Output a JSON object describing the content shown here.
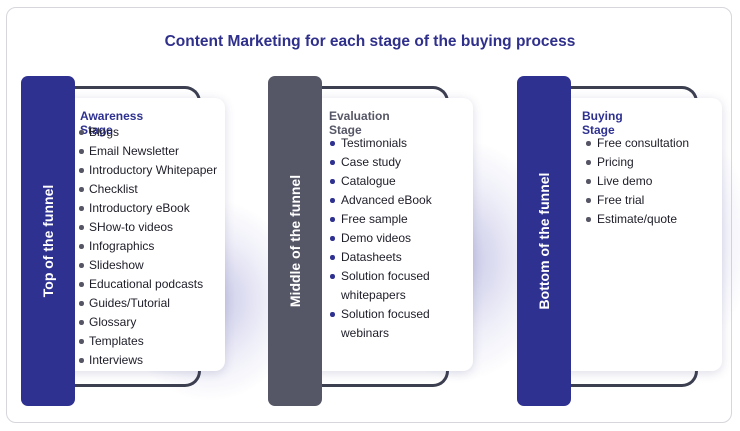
{
  "title": "Content Marketing for each stage of the buying process",
  "colors": {
    "title": "#2f2f8c",
    "top_bar": "#2e3190",
    "middle_bar": "#565766",
    "bottom_bar": "#2e3190",
    "outline": "#3c3f50"
  },
  "stages": [
    {
      "funnel_label": "Top of the funnel",
      "stage_title": "Awareness Stage",
      "items": [
        "Blogs",
        "Email Newsletter",
        "Introductory Whitepaper",
        "Checklist",
        "Introductory eBook",
        "SHow-to videos",
        "Infographics",
        "Slideshow",
        "Educational podcasts",
        "Guides/Tutorial",
        "Glossary",
        "Templates",
        "Interviews"
      ]
    },
    {
      "funnel_label": "Middle of the funnel",
      "stage_title": "Evaluation Stage",
      "items": [
        "Testimonials",
        "Case study",
        "Catalogue",
        "Advanced eBook",
        "Free sample",
        "Demo videos",
        "Datasheets",
        "Solution focused whitepapers",
        "Solution focused webinars"
      ]
    },
    {
      "funnel_label": "Bottom of the funnel",
      "stage_title": "Buying Stage",
      "items": [
        "Free consultation",
        "Pricing",
        "Live demo",
        "Free trial",
        "Estimate/quote"
      ]
    }
  ]
}
